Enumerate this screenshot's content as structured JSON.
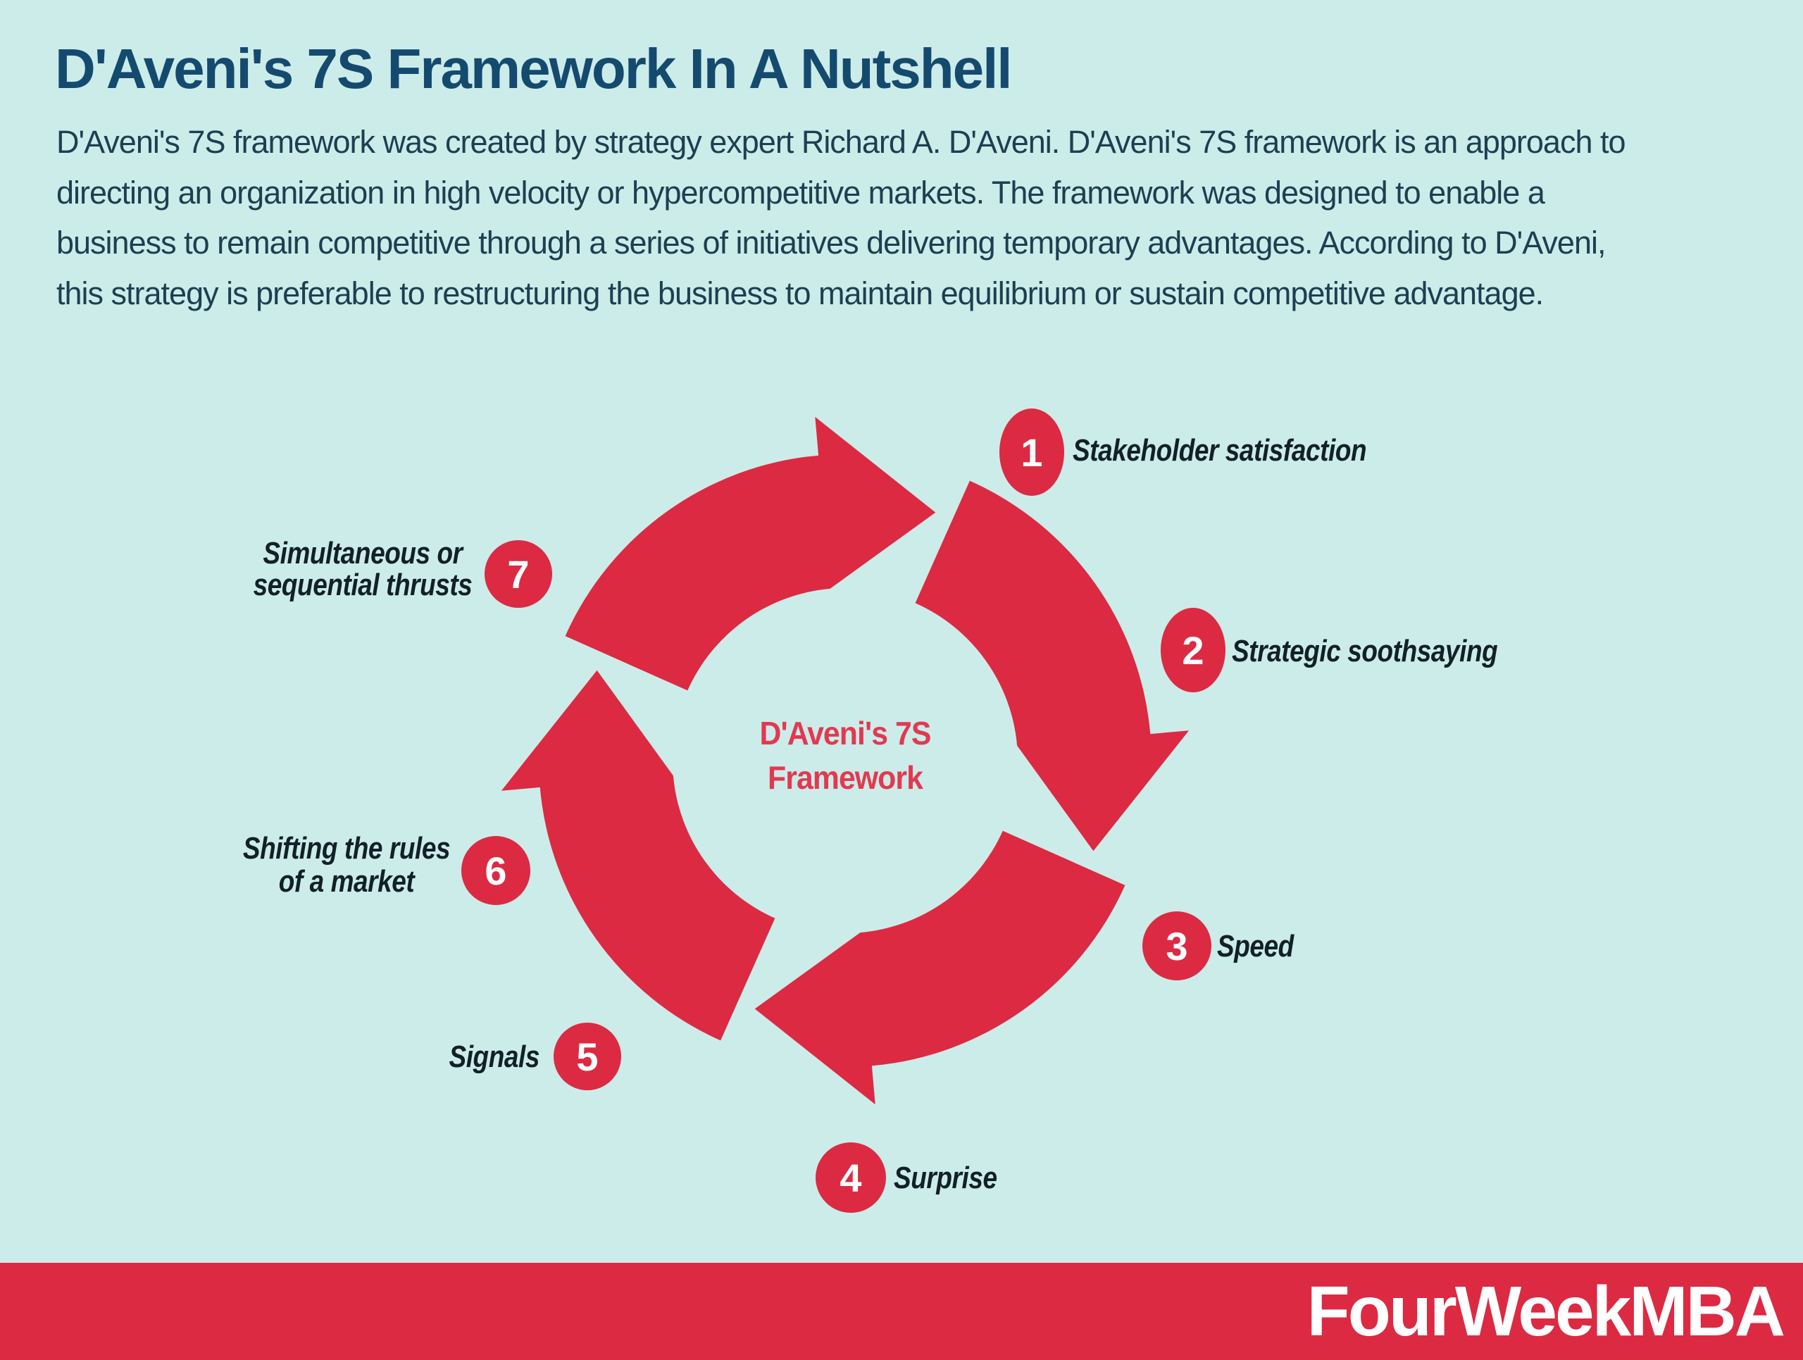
{
  "title": "D'Aveni's 7S Framework In A Nutshell",
  "intro": {
    "lines": [
      "D'Aveni's 7S framework was created by strategy expert Richard A. D'Aveni. D'Aveni's 7S framework is an approach to",
      "directing an organization in high velocity or hypercompetitive markets. The framework was designed to enable a",
      "business to remain competitive through a series of initiatives delivering temporary advantages. According to D'Aveni,",
      "this strategy is preferable to restructuring the business to maintain equilibrium or sustain competitive advantage."
    ]
  },
  "diagram": {
    "center_label": "D'Aveni's 7S\nFramework",
    "items": [
      {
        "number": "1",
        "label": "Stakeholder satisfaction"
      },
      {
        "number": "2",
        "label": "Strategic soothsaying"
      },
      {
        "number": "3",
        "label": "Speed"
      },
      {
        "number": "4",
        "label": "Surprise"
      },
      {
        "number": "5",
        "label": "Signals"
      },
      {
        "number": "6",
        "label": "Shifting the rules\nof a market"
      },
      {
        "number": "7",
        "label": "Simultaneous or\nsequential thrusts"
      }
    ]
  },
  "footer": {
    "brand": "FourWeekMBA"
  },
  "colors": {
    "background": "#ccecea",
    "accent_red": "#dc2a42",
    "title_navy": "#154a6f",
    "body_text": "#1d3f51",
    "label_dark": "#122028",
    "center_text_red": "#e23950",
    "number_text": "#ffffff"
  }
}
